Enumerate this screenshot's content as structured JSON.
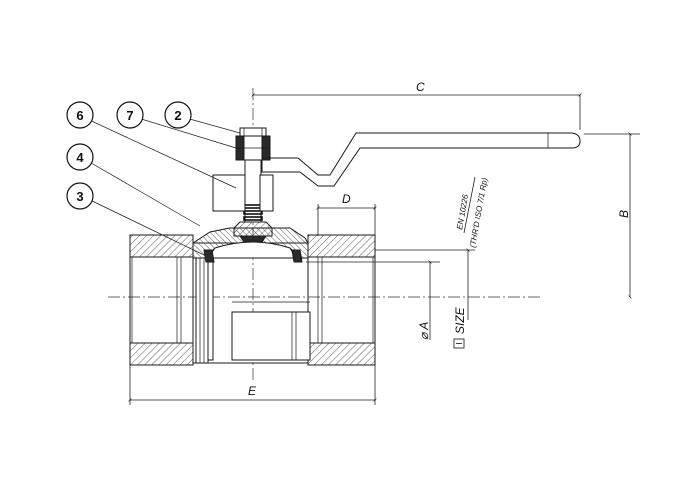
{
  "callouts": [
    "6",
    "7",
    "2",
    "4",
    "3"
  ],
  "dimensions": {
    "c": "C",
    "b": "B",
    "d": "D",
    "e": "E",
    "a": "A",
    "phi": "⌀",
    "size": "SIZE"
  },
  "thread_spec": {
    "line1": "EN 10226",
    "line2": "(THR'D ISO 7/1 Rp)"
  }
}
